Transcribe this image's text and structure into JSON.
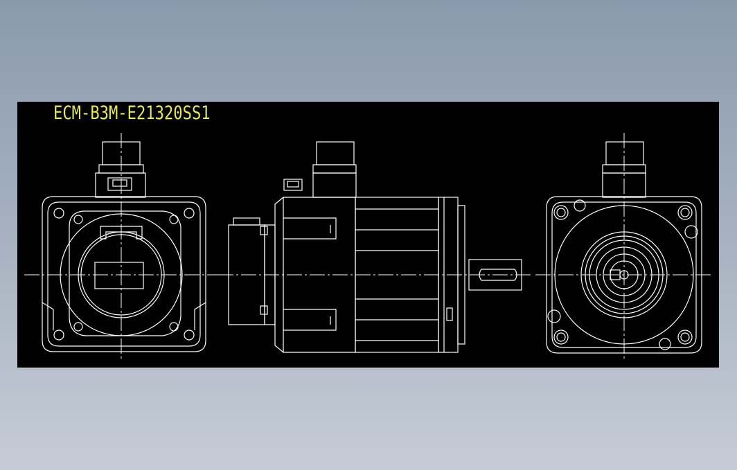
{
  "drawing": {
    "title": "ECM-B3M-E21320SS1",
    "background": "#000000",
    "line_color": "#ffffff",
    "title_color": "#e8e85a"
  },
  "views": [
    "front-view",
    "side-view",
    "rear-view"
  ]
}
